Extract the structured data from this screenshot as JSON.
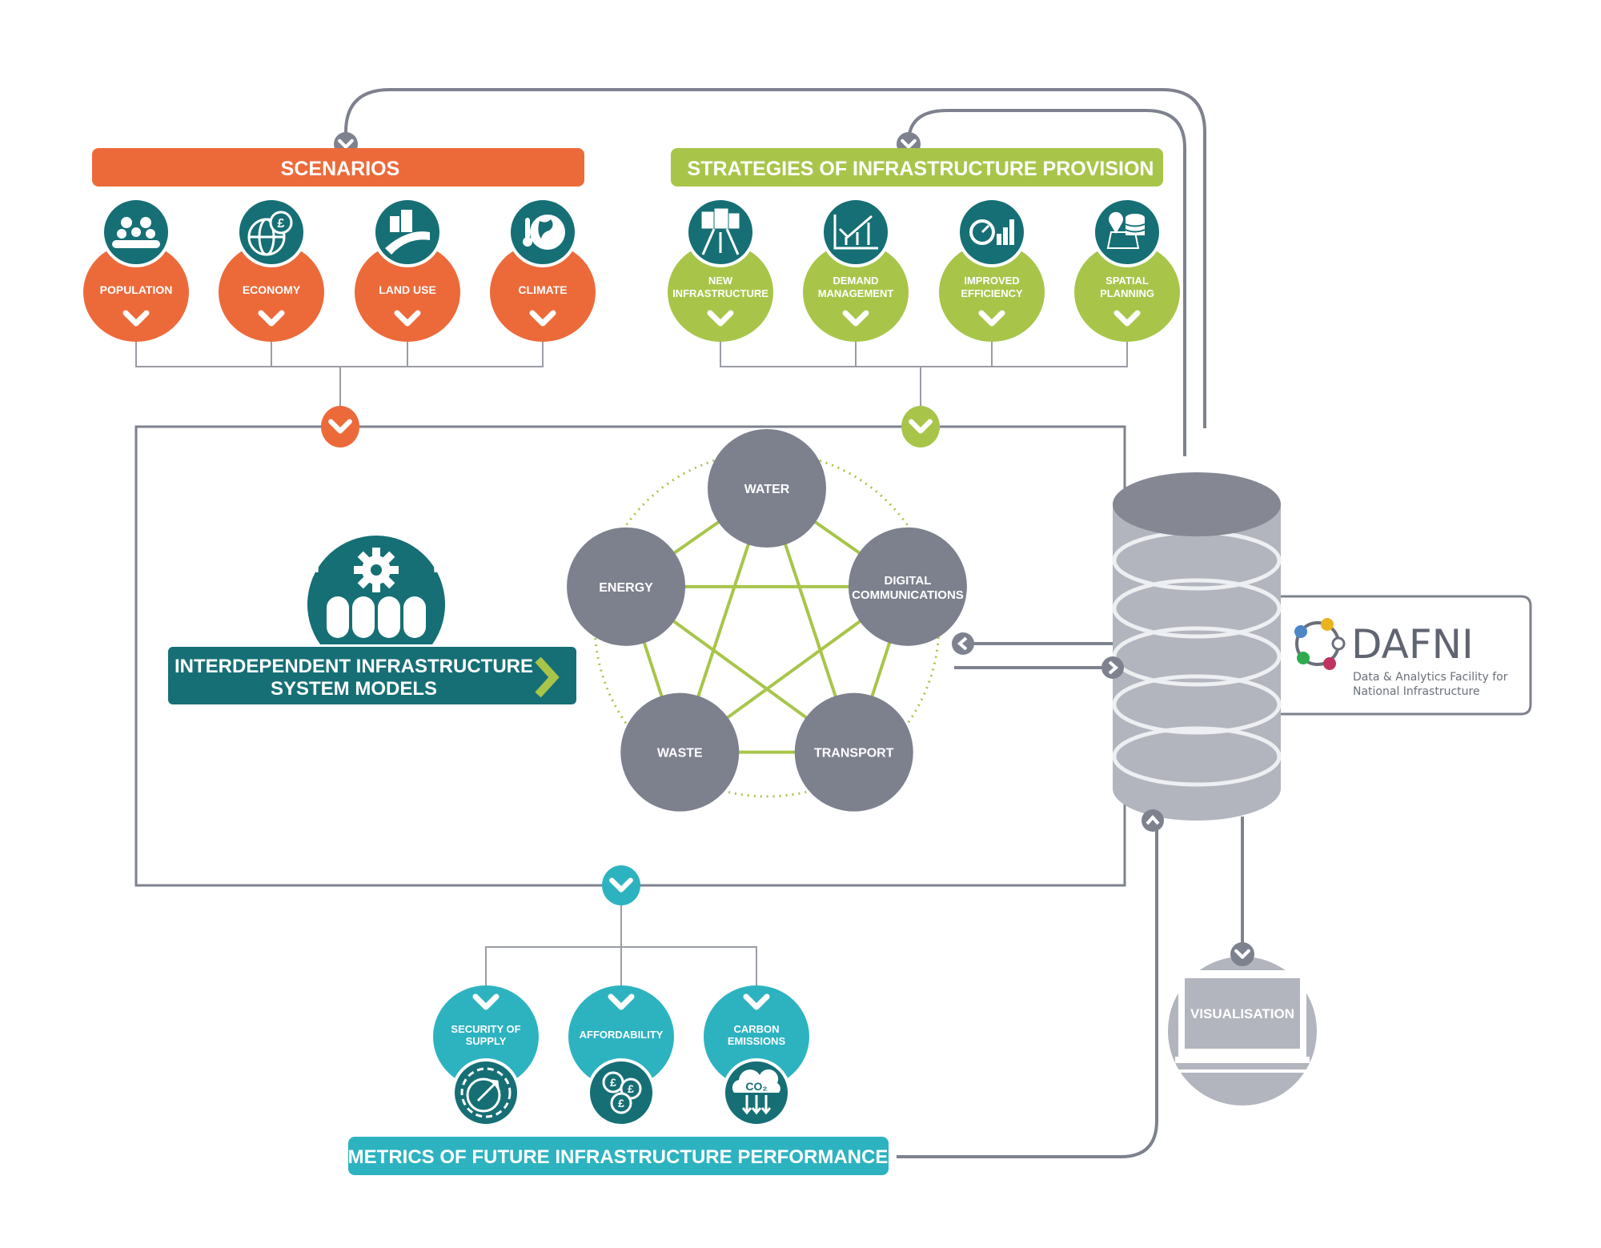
{
  "colors": {
    "orange": "#ec6a3a",
    "green": "#a8c54a",
    "teal_dark": "#166f75",
    "teal_light": "#2db3c0",
    "gray_node": "#7d808d",
    "gray_line": "#7e828e",
    "gray_db": "#b2b5be",
    "gray_db_top": "#858893"
  },
  "scenarios": {
    "title": "SCENARIOS",
    "items": [
      {
        "label": "POPULATION",
        "icon": "people-icon"
      },
      {
        "label": "ECONOMY",
        "icon": "globe-pound-icon"
      },
      {
        "label": "LAND USE",
        "icon": "city-field-icon"
      },
      {
        "label": "CLIMATE",
        "icon": "earth-thermometer-icon"
      }
    ]
  },
  "strategies": {
    "title": "STRATEGIES OF INFRASTRUCTURE PROVISION",
    "items": [
      {
        "line1": "NEW",
        "line2": "INFRASTRUCTURE",
        "icon": "buildings-road-icon"
      },
      {
        "line1": "DEMAND",
        "line2": "MANAGEMENT",
        "icon": "chart-arrows-icon"
      },
      {
        "line1": "IMPROVED",
        "line2": "EFFICIENCY",
        "icon": "gauge-bars-icon"
      },
      {
        "line1": "SPATIAL",
        "line2": "PLANNING",
        "icon": "map-pin-database-icon"
      }
    ]
  },
  "models": {
    "line1": "INTERDEPENDENT INFRASTRUCTURE",
    "line2": "SYSTEM MODELS"
  },
  "network": {
    "nodes": [
      {
        "id": "water",
        "line1": "WATER",
        "line2": ""
      },
      {
        "id": "digital",
        "line1": "DIGITAL",
        "line2": "COMMUNICATIONS"
      },
      {
        "id": "transport",
        "line1": "TRANSPORT",
        "line2": ""
      },
      {
        "id": "waste",
        "line1": "WASTE",
        "line2": ""
      },
      {
        "id": "energy",
        "line1": "ENERGY",
        "line2": ""
      }
    ]
  },
  "dafni": {
    "name": "DAFNI",
    "subtitle_line1": "Data & Analytics Facility for",
    "subtitle_line2": "National Infrastructure",
    "dot_colors": [
      "#e9b420",
      "#4c86c6",
      "#2eab4f",
      "#c0335f"
    ]
  },
  "visualisation": {
    "label": "VISUALISATION"
  },
  "metrics": {
    "title": "METRICS OF FUTURE INFRASTRUCTURE PERFORMANCE",
    "items": [
      {
        "line1": "SECURITY OF",
        "line2": "SUPPLY",
        "icon": "gauge-arrow-icon"
      },
      {
        "line1": "AFFORDABILITY",
        "line2": "",
        "icon": "pound-coins-icon"
      },
      {
        "line1": "CARBON",
        "line2": "EMISSIONS",
        "icon": "co2-cloud-icon",
        "icon_text": "CO₂"
      }
    ]
  }
}
